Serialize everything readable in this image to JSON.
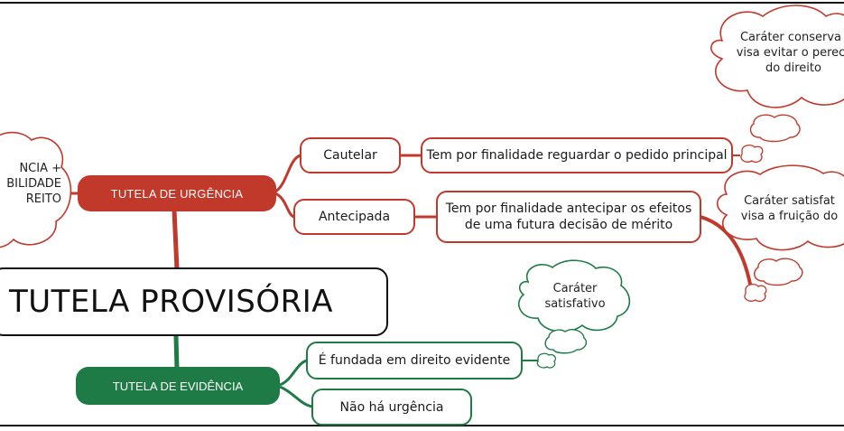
{
  "root": {
    "label": "TUTELA PROVISÓRIA"
  },
  "urgencia": {
    "label": "TUTELA DE URGÊNCIA",
    "left_note": [
      "NCIA +",
      "BILIDADE",
      "REITO"
    ],
    "cautelar": {
      "label": "Cautelar",
      "detail": "Tem por finalidade reguardar o pedido principal",
      "cloud": [
        "Caráter conserva",
        "visa evitar o perec",
        "do direito"
      ]
    },
    "antecipada": {
      "label": "Antecipada",
      "detail_line1": "Tem por finalidade antecipar os efeitos",
      "detail_line2": "de uma futura decisão de mérito",
      "cloud": [
        "Caráter satisfat",
        "visa a fruição do"
      ]
    }
  },
  "evidencia": {
    "label": "TUTELA DE EVIDÊNCIA",
    "item1": "É fundada em direito evidente",
    "item2": "Não há urgência",
    "cloud": [
      "Caráter",
      "satisfativo"
    ]
  },
  "colors": {
    "red": "#c0392b",
    "green": "#1e7b46",
    "border": "#111111"
  }
}
